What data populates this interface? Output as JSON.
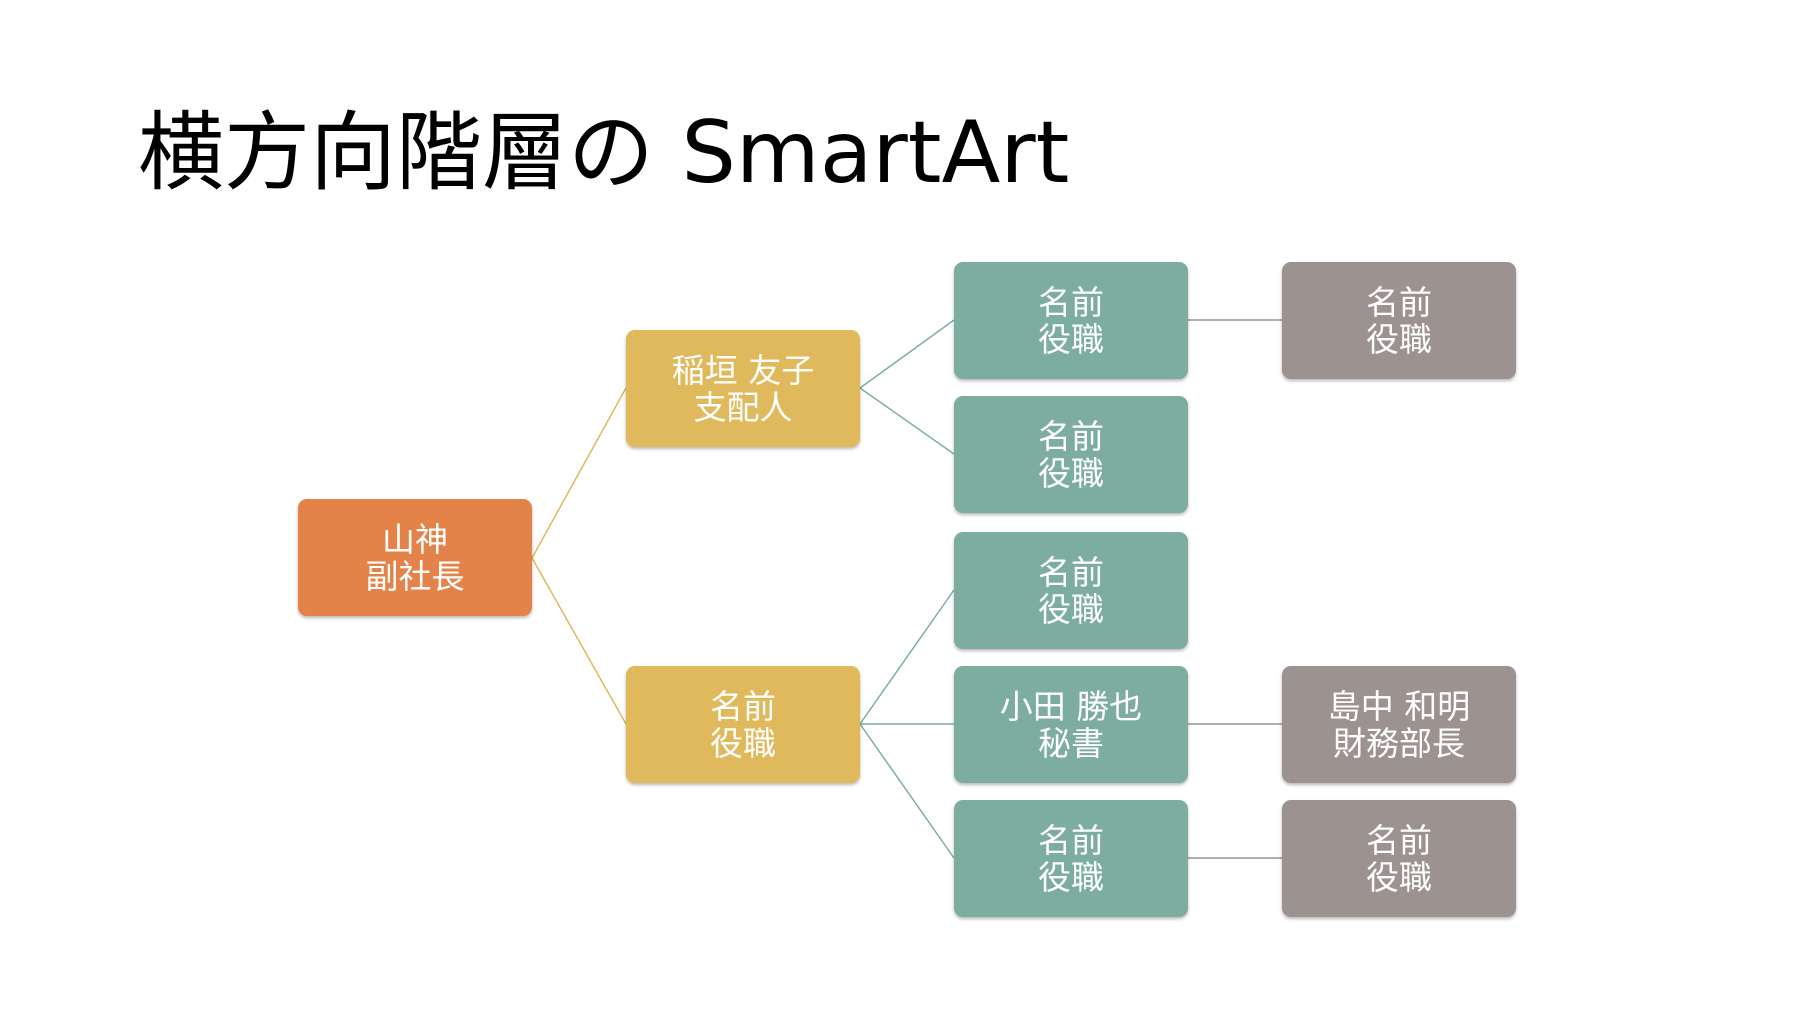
{
  "slide": {
    "title": "横方向階層の SmartArt"
  },
  "colors": {
    "level1": "#e3834a",
    "level2": "#dfb95b",
    "level3": "#7dada0",
    "level4": "#9c9290",
    "line_level1": "#dfb95b",
    "line_level2": "#7dada0",
    "line_level3": "#9c9290"
  },
  "diagram": {
    "root": {
      "name": "山神",
      "role": "副社長"
    },
    "managers": [
      {
        "name": "稲垣 友子",
        "role": "支配人"
      },
      {
        "name": "名前",
        "role": "役職"
      }
    ],
    "staff": [
      {
        "name": "名前",
        "role": "役職"
      },
      {
        "name": "名前",
        "role": "役職"
      },
      {
        "name": "名前",
        "role": "役職"
      },
      {
        "name": "小田 勝也",
        "role": "秘書"
      },
      {
        "name": "名前",
        "role": "役職"
      }
    ],
    "assistants": [
      {
        "name": "名前",
        "role": "役職"
      },
      {
        "name": "島中 和明",
        "role": "財務部長"
      },
      {
        "name": "名前",
        "role": "役職"
      }
    ]
  }
}
